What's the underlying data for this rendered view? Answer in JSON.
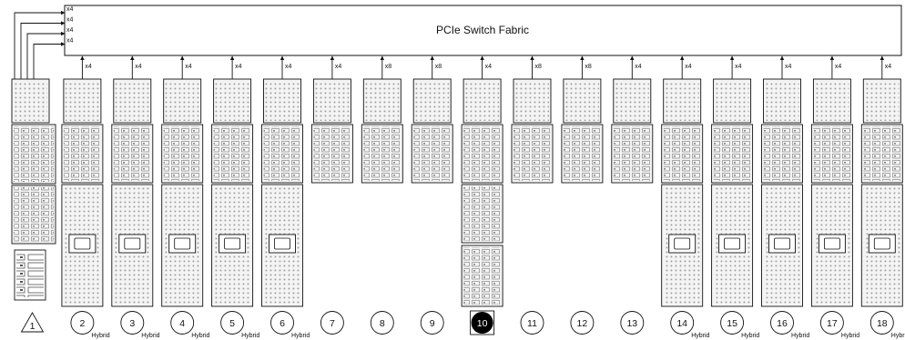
{
  "fabric": {
    "label": "PCIe Switch Fabric"
  },
  "host_links": [
    "x4",
    "x4",
    "x4",
    "x4"
  ],
  "slots": [
    {
      "number": "1",
      "shape": "triangle",
      "link": "",
      "hybrid": "",
      "layout": "host"
    },
    {
      "number": "2",
      "shape": "circle",
      "link": "x4",
      "hybrid": "Hybrid",
      "layout": "io-hybrid"
    },
    {
      "number": "3",
      "shape": "circle",
      "link": "x4",
      "hybrid": "Hybrid",
      "layout": "io-hybrid"
    },
    {
      "number": "4",
      "shape": "circle",
      "link": "x4",
      "hybrid": "Hybrid",
      "layout": "io-hybrid"
    },
    {
      "number": "5",
      "shape": "circle",
      "link": "x4",
      "hybrid": "Hybrid",
      "layout": "io-hybrid"
    },
    {
      "number": "6",
      "shape": "circle",
      "link": "x4",
      "hybrid": "Hybrid",
      "layout": "io-hybrid"
    },
    {
      "number": "7",
      "shape": "circle",
      "link": "x4",
      "hybrid": "",
      "layout": "io"
    },
    {
      "number": "8",
      "shape": "circle",
      "link": "x8",
      "hybrid": "",
      "layout": "io"
    },
    {
      "number": "9",
      "shape": "circle",
      "link": "x8",
      "hybrid": "",
      "layout": "io"
    },
    {
      "number": "10",
      "shape": "filled",
      "link": "x4",
      "hybrid": "",
      "layout": "system"
    },
    {
      "number": "11",
      "shape": "circle",
      "link": "x8",
      "hybrid": "",
      "layout": "io"
    },
    {
      "number": "12",
      "shape": "circle",
      "link": "x8",
      "hybrid": "",
      "layout": "io"
    },
    {
      "number": "13",
      "shape": "circle",
      "link": "x4",
      "hybrid": "",
      "layout": "io"
    },
    {
      "number": "14",
      "shape": "circle",
      "link": "x4",
      "hybrid": "Hybrid",
      "layout": "io-hybrid"
    },
    {
      "number": "15",
      "shape": "circle",
      "link": "x4",
      "hybrid": "Hybrid",
      "layout": "io-hybrid"
    },
    {
      "number": "16",
      "shape": "circle",
      "link": "x4",
      "hybrid": "Hybrid",
      "layout": "io-hybrid"
    },
    {
      "number": "17",
      "shape": "circle",
      "link": "x4",
      "hybrid": "Hybrid",
      "layout": "io-hybrid"
    },
    {
      "number": "18",
      "shape": "circle",
      "link": "x4",
      "hybrid": "Hybrid",
      "layout": "io-hybrid"
    }
  ],
  "colors": {
    "line": "#111111",
    "pin": "#9a9a9a",
    "fill": "#f4f4f4",
    "filled_badge": "#000000"
  }
}
